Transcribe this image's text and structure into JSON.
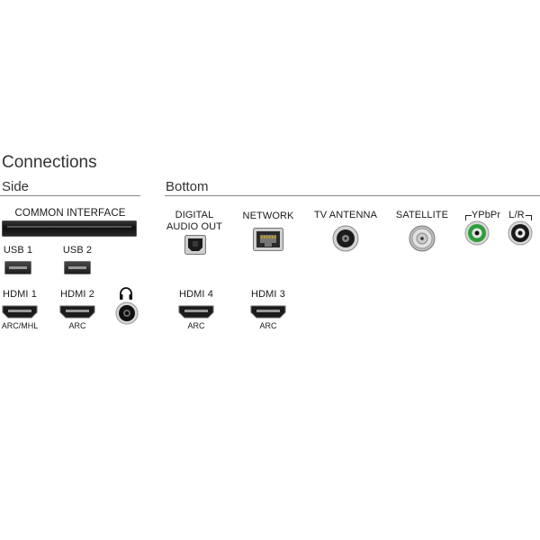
{
  "title": "Connections",
  "side": {
    "heading": "Side",
    "common_interface": "COMMON INTERFACE",
    "usb1": "USB 1",
    "usb2": "USB 2",
    "hdmi1": "HDMI 1",
    "hdmi1_sub": "ARC/MHL",
    "hdmi2": "HDMI 2",
    "hdmi2_sub": "ARC",
    "headphone_icon": "headphone-icon"
  },
  "bottom": {
    "heading": "Bottom",
    "digital_audio_line1": "DIGITAL",
    "digital_audio_line2": "AUDIO OUT",
    "network": "NETWORK",
    "tv_antenna": "TV ANTENNA",
    "satellite": "SATELLITE",
    "ypbpr": "YPbPr",
    "lr": "L/R",
    "hdmi4": "HDMI 4",
    "hdmi4_sub": "ARC",
    "hdmi3": "HDMI 3",
    "hdmi3_sub": "ARC"
  },
  "colors": {
    "ypbpr_ring": "#2e9e3a",
    "jack_dark": "#1a1a1a",
    "rule": "#888888"
  }
}
